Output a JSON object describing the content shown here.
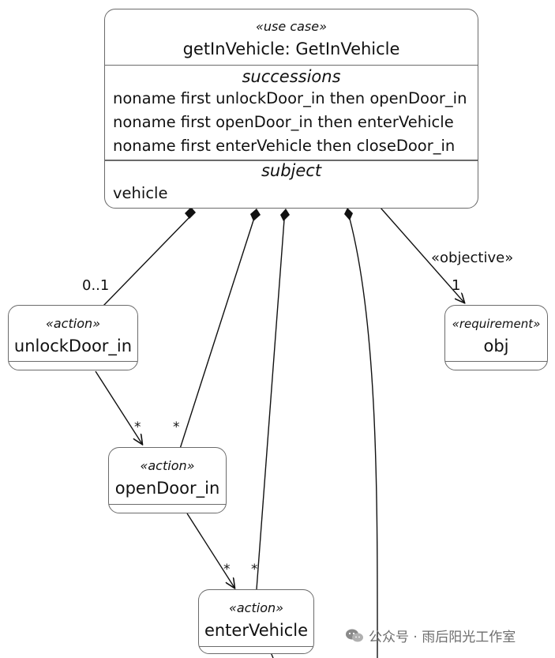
{
  "usecase": {
    "stereotype": "«use case»",
    "name": "getInVehicle: GetInVehicle",
    "successions_title": "successions",
    "successions": [
      "noname first unlockDoor_in then openDoor_in",
      "noname first openDoor_in then enterVehicle",
      "noname first enterVehicle then closeDoor_in"
    ],
    "subject_title": "subject",
    "subject": "vehicle"
  },
  "actions": {
    "unlock": {
      "stereotype": "«action»",
      "name": "unlockDoor_in"
    },
    "open": {
      "stereotype": "«action»",
      "name": "openDoor_in"
    },
    "enter": {
      "stereotype": "«action»",
      "name": "enterVehicle"
    }
  },
  "requirement": {
    "stereotype": "«requirement»",
    "name": "obj"
  },
  "labels": {
    "mult_unlock": "0..1",
    "objective": "«objective»",
    "mult_obj": "1",
    "star": "*"
  },
  "watermark": "公众号 · 雨后阳光工作室"
}
